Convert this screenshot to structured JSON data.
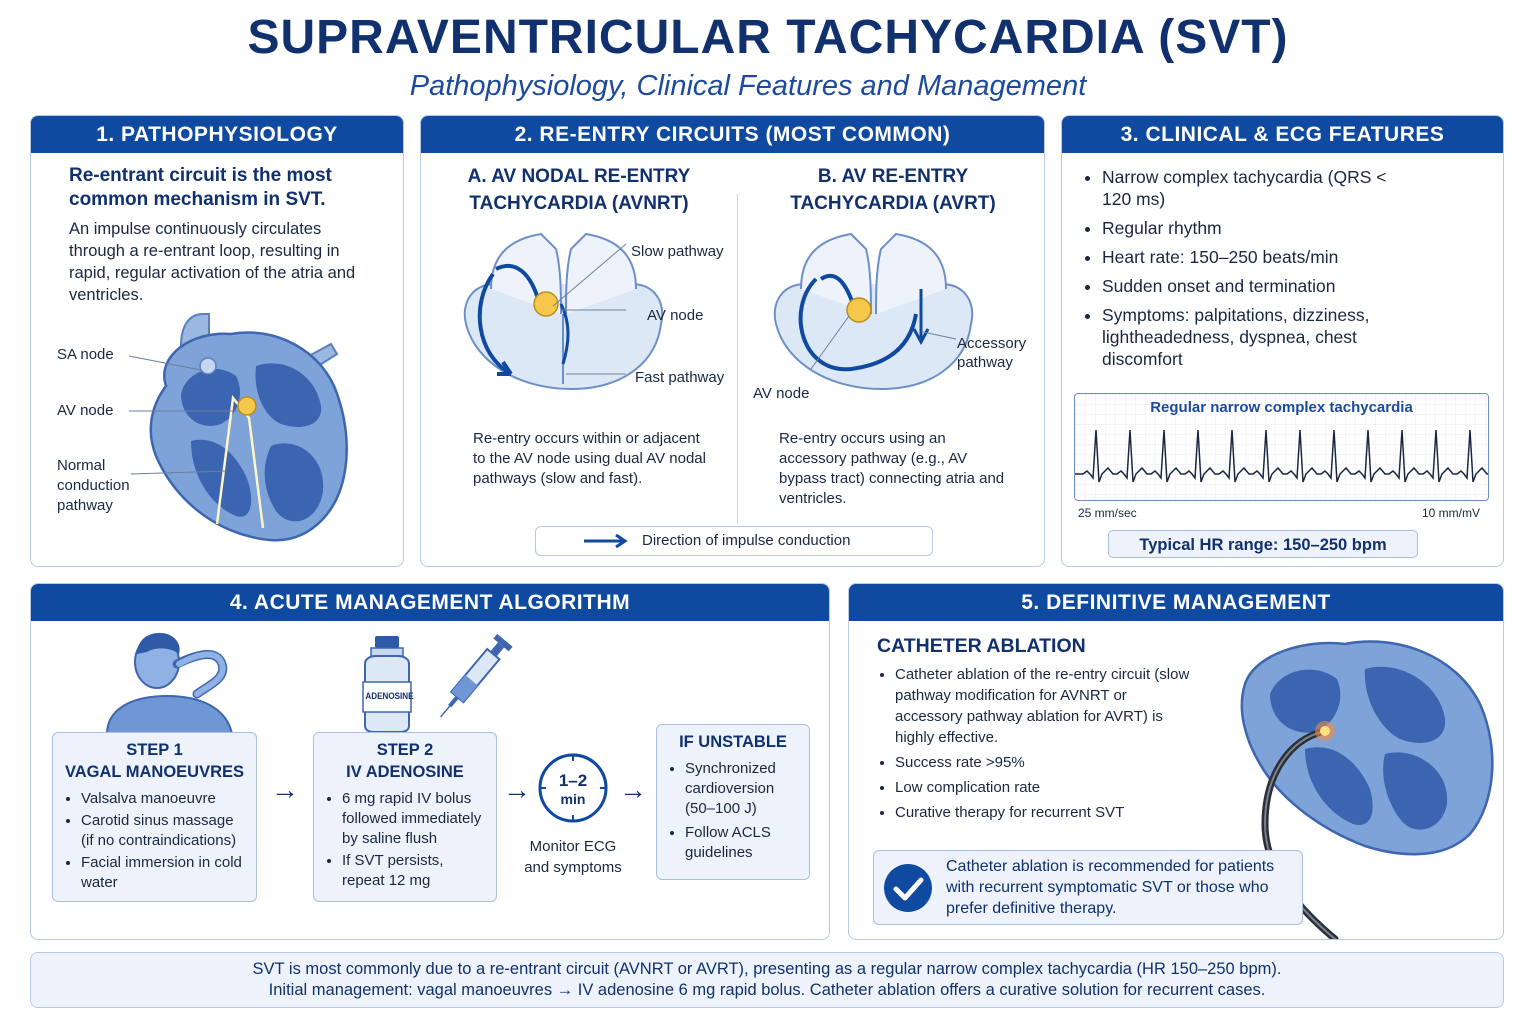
{
  "header": {
    "title": "SUPRAVENTRICULAR TACHYCARDIA (SVT)",
    "subtitle": "Pathophysiology, Clinical Features and Management"
  },
  "panel1": {
    "heading": "1. PATHOPHYSIOLOGY",
    "lead": "Re-entrant circuit is the most common mechanism in SVT.",
    "body": "An impulse continuously circulates through a re-entrant loop, resulting in rapid, regular activation of the atria and ventricles.",
    "labels": {
      "sa_node": "SA node",
      "av_node": "AV node",
      "normal_1": "Normal",
      "normal_2": "conduction",
      "normal_3": "pathway"
    }
  },
  "panel2": {
    "heading": "2. RE-ENTRY CIRCUITS (MOST COMMON)",
    "a_title_1": "A. AV NODAL RE-ENTRY",
    "a_title_2": "TACHYCARDIA (AVNRT)",
    "b_title_1": "B. AV RE-ENTRY",
    "b_title_2": "TACHYCARDIA (AVRT)",
    "a_labels": {
      "slow": "Slow pathway",
      "av": "AV node",
      "fast": "Fast pathway"
    },
    "b_labels": {
      "acc_1": "Accessory",
      "acc_2": "pathway",
      "av": "AV node"
    },
    "a_desc": "Re-entry occurs within or adjacent to the AV node using dual AV nodal pathways (slow and fast).",
    "b_desc": "Re-entry occurs using an accessory pathway (e.g., AV bypass tract) connecting atria and ventricles.",
    "legend": "Direction of impulse conduction"
  },
  "panel3": {
    "heading": "3. CLINICAL & ECG FEATURES",
    "bullets": [
      "Narrow complex tachycardia (QRS < 120 ms)",
      "Regular rhythm",
      "Heart rate: 150–250 beats/min",
      "Sudden onset and termination",
      "Symptoms: palpitations, dizziness, lightheadedness, dyspnea, chest discomfort"
    ],
    "ecg_title": "Regular narrow complex tachycardia",
    "ecg_speed": "25 mm/sec",
    "ecg_gain": "10 mm/mV",
    "hr_range": "Typical HR range: 150–250 bpm"
  },
  "panel4": {
    "heading": "4. ACUTE MANAGEMENT ALGORITHM",
    "vial_label": "ADENOSINE",
    "step1": {
      "title_1": "STEP 1",
      "title_2": "VAGAL MANOEUVRES",
      "bullets": [
        "Valsalva manoeuvre",
        "Carotid sinus massage (if no contraindications)",
        "Facial immersion in cold water"
      ]
    },
    "step2": {
      "title_1": "STEP 2",
      "title_2": "IV ADENOSINE",
      "bullets": [
        "6 mg rapid IV bolus followed immediately by saline flush",
        "If SVT persists, repeat 12 mg"
      ]
    },
    "timer": {
      "value": "1–2",
      "unit": "min",
      "caption_1": "Monitor ECG",
      "caption_2": "and symptoms"
    },
    "unstable": {
      "title": "IF UNSTABLE",
      "bullets": [
        "Synchronized cardioversion (50–100 J)",
        "Follow ACLS guidelines"
      ]
    },
    "arrow": "→"
  },
  "panel5": {
    "heading": "5. DEFINITIVE MANAGEMENT",
    "subheading": "CATHETER ABLATION",
    "bullets": [
      "Catheter ablation of the re-entry circuit (slow pathway modification for AVNRT or accessory pathway ablation for AVRT) is highly effective.",
      "Success rate >95%",
      "Low complication rate",
      "Curative therapy for recurrent SVT"
    ],
    "recommendation": "Catheter ablation is recommended for patients with recurrent symptomatic SVT or those who prefer definitive therapy."
  },
  "footer": {
    "line1": "SVT is most commonly due to a re-entrant circuit (AVNRT or AVRT), presenting as a regular narrow complex tachycardia (HR 150–250 bpm).",
    "line2": "Initial management: vagal manoeuvres → IV adenosine 6 mg rapid bolus.  Catheter ablation offers a curative solution for recurrent cases."
  },
  "colors": {
    "primary": "#0f4aa0",
    "dark": "#10306e",
    "light": "#eef3fb",
    "node": "#f5c84c"
  }
}
